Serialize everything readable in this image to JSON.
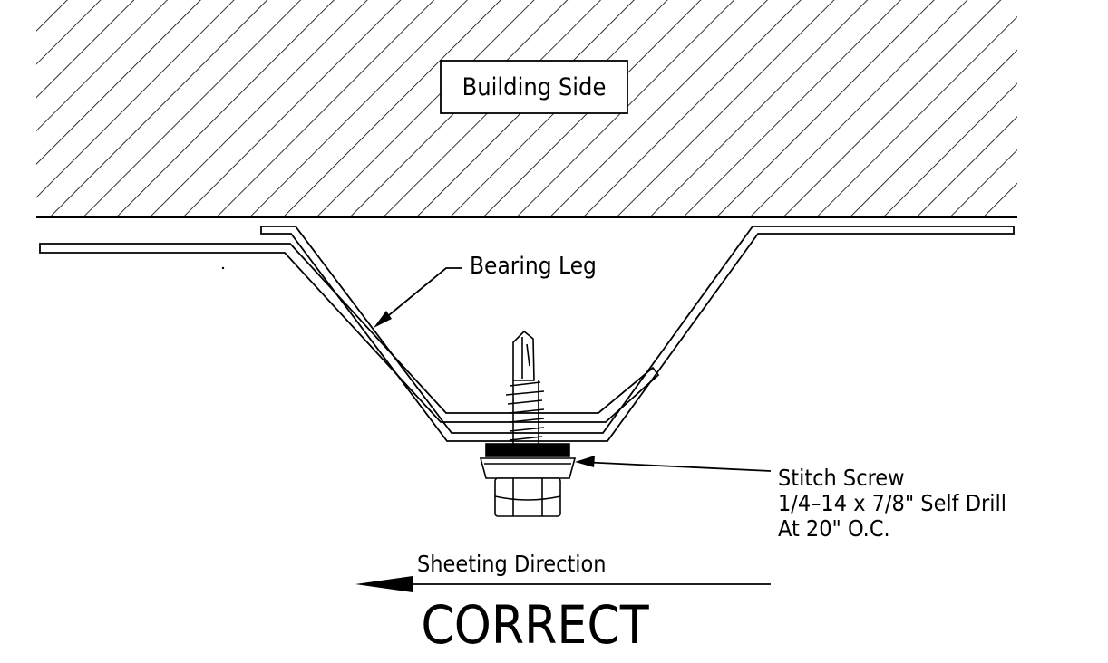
{
  "labels": {
    "building_side": "Building Side",
    "bearing_leg": "Bearing Leg",
    "stitch_screw_line1": "Stitch Screw",
    "stitch_screw_line2": "1/4–14 x 7/8\" Self Drill",
    "stitch_screw_line3": "At 20\" O.C.",
    "sheeting_direction": "Sheeting Direction",
    "verdict": "CORRECT"
  },
  "colors": {
    "ink": "#000000",
    "background": "#ffffff"
  },
  "icons": {
    "direction_arrow": "left-arrow-icon",
    "fastener": "self-drilling-screw-icon"
  }
}
